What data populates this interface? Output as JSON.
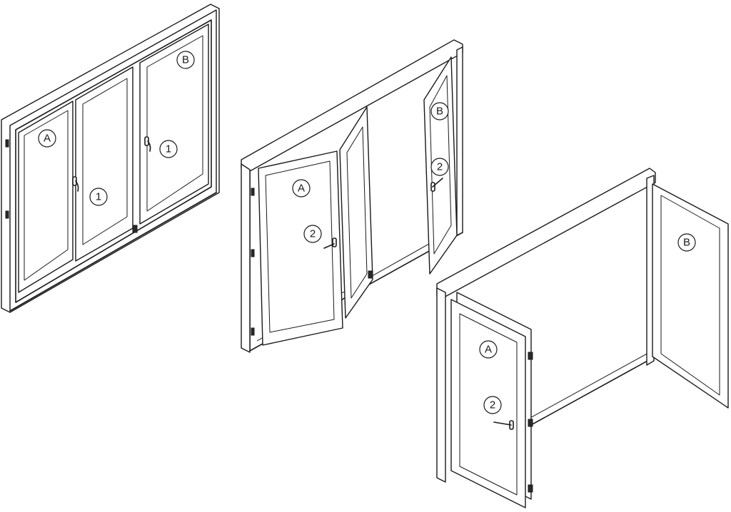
{
  "callouts": {
    "view1": {
      "sash_a": "A",
      "handle_left": "1",
      "handle_right": "1",
      "sash_b": "B"
    },
    "view2": {
      "sash_a": "A",
      "handle_a": "2",
      "sash_b": "B",
      "handle_b": "2"
    },
    "view3": {
      "sash_b": "B",
      "sash_a": "A",
      "handle_a": "2"
    }
  },
  "colors": {
    "line": "#1a1a1a",
    "background": "#ffffff"
  },
  "icons": {
    "handle": "window-handle-icon",
    "hinge": "hinge-icon"
  }
}
